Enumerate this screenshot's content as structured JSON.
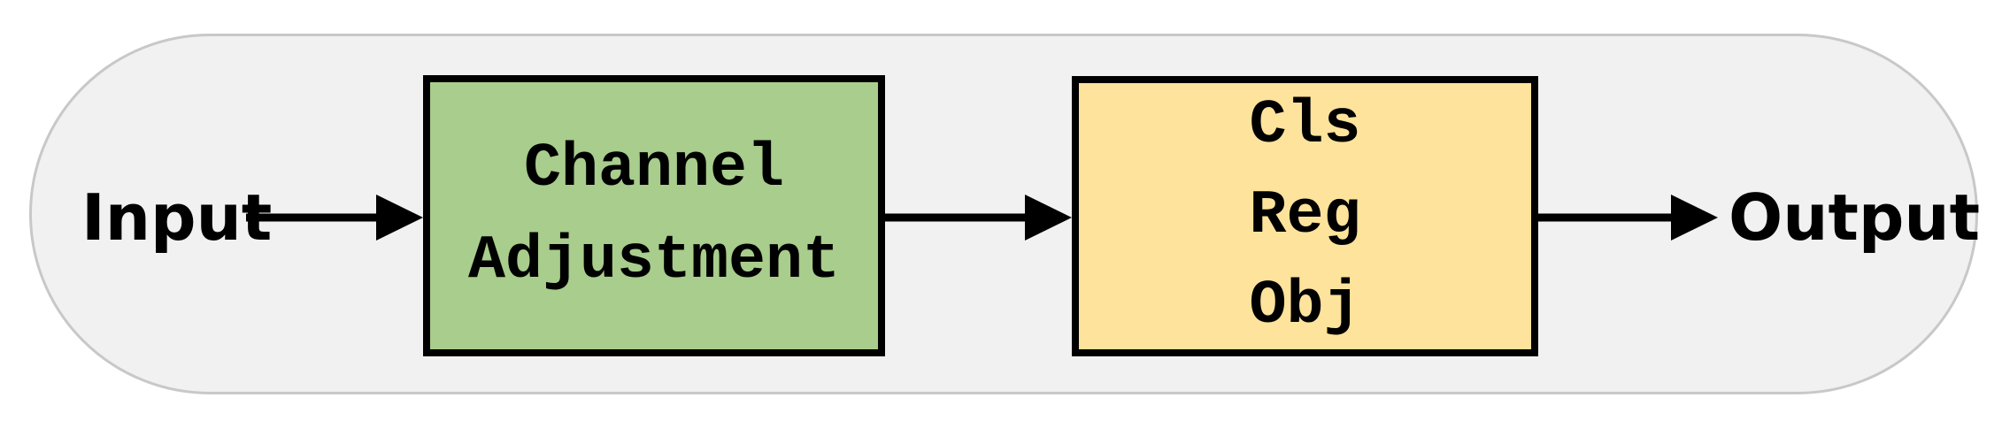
{
  "diagram": {
    "input_label": "Input",
    "output_label": "Output",
    "nodes": [
      {
        "id": "channel-adjustment",
        "label": "Channel\nAdjustment",
        "fill": "#a8cd8c"
      },
      {
        "id": "head-outputs",
        "label": "Cls\nReg\nObj",
        "fill": "#fde39b"
      }
    ],
    "colors": {
      "container_fill": "#f1f1f1",
      "container_border": "#c8c8c8",
      "node_border": "#000000",
      "arrow": "#000000",
      "text": "#000000"
    }
  }
}
